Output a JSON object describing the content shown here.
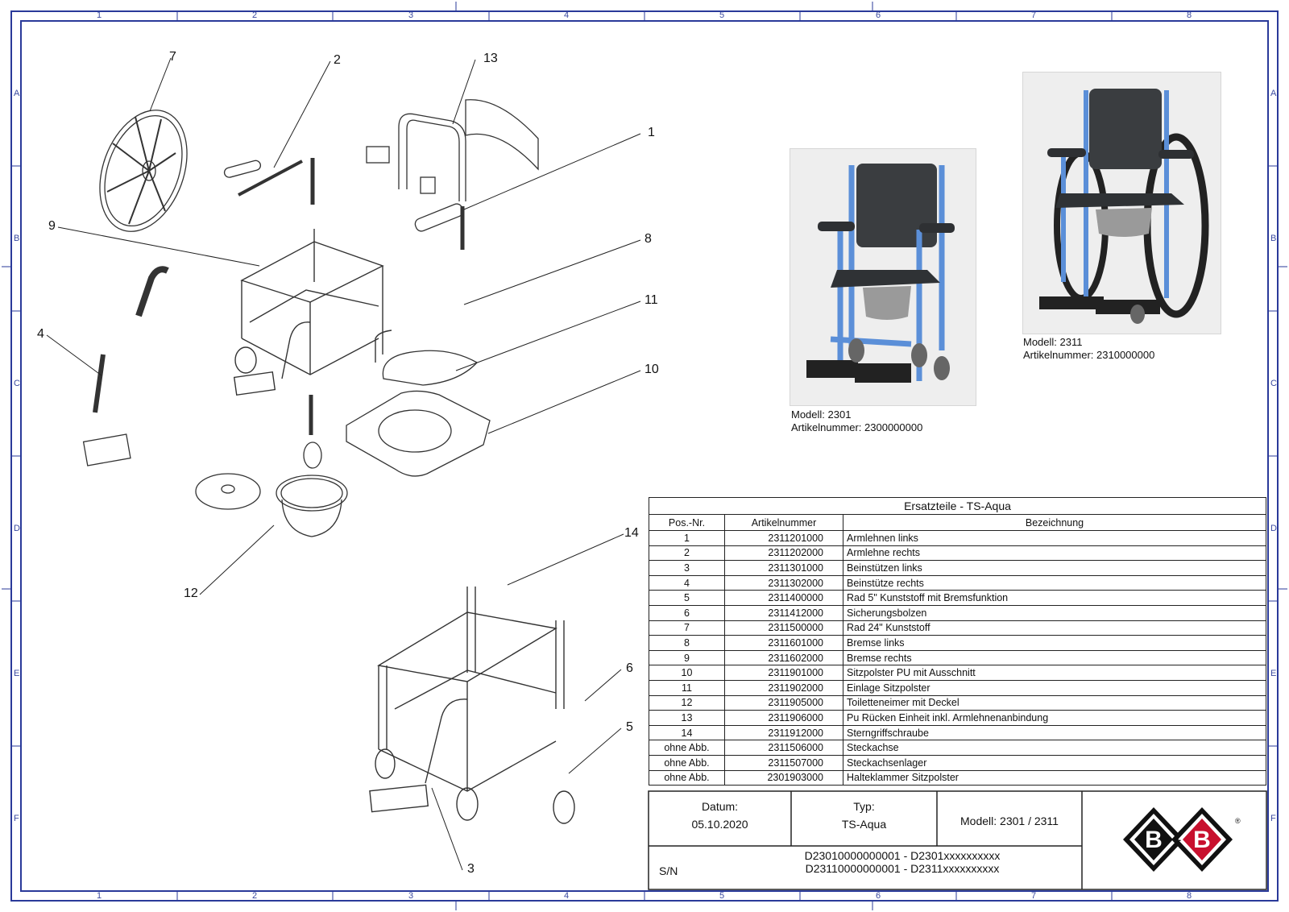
{
  "callouts": [
    "7",
    "2",
    "13",
    "1",
    "9",
    "8",
    "11",
    "4",
    "10",
    "12",
    "14",
    "6",
    "5",
    "3"
  ],
  "zones": {
    "columns": [
      "1",
      "2",
      "3",
      "4",
      "5",
      "6",
      "7",
      "8"
    ],
    "rows": [
      "A",
      "B",
      "C",
      "D",
      "E",
      "F"
    ]
  },
  "photos": [
    {
      "model": "Modell: 2301",
      "article": "Artikelnummer: 2300000000"
    },
    {
      "model": "Modell: 2311",
      "article": "Artikelnummer: 2310000000"
    }
  ],
  "parts_table": {
    "title": "Ersatzteile - TS-Aqua",
    "headers": [
      "Pos.-Nr.",
      "Artikelnummer",
      "Bezeichnung"
    ],
    "rows": [
      {
        "pos": "1",
        "art": "2311201000",
        "desc": "Armlehnen links"
      },
      {
        "pos": "2",
        "art": "2311202000",
        "desc": "Armlehne rechts"
      },
      {
        "pos": "3",
        "art": "2311301000",
        "desc": "Beinstützen links"
      },
      {
        "pos": "4",
        "art": "2311302000",
        "desc": "Beinstütze rechts"
      },
      {
        "pos": "5",
        "art": "2311400000",
        "desc": "Rad 5\" Kunststoff mit Bremsfunktion"
      },
      {
        "pos": "6",
        "art": "2311412000",
        "desc": "Sicherungsbolzen"
      },
      {
        "pos": "7",
        "art": "2311500000",
        "desc": "Rad 24\" Kunststoff"
      },
      {
        "pos": "8",
        "art": "2311601000",
        "desc": "Bremse links"
      },
      {
        "pos": "9",
        "art": "2311602000",
        "desc": "Bremse rechts"
      },
      {
        "pos": "10",
        "art": "2311901000",
        "desc": "Sitzpolster PU mit Ausschnitt"
      },
      {
        "pos": "11",
        "art": "2311902000",
        "desc": "Einlage Sitzpolster"
      },
      {
        "pos": "12",
        "art": "2311905000",
        "desc": "Toiletteneimer mit Deckel"
      },
      {
        "pos": "13",
        "art": "2311906000",
        "desc": "Pu Rücken Einheit inkl. Armlehnenanbindung"
      },
      {
        "pos": "14",
        "art": "2311912000",
        "desc": "Sterngriffschraube"
      },
      {
        "pos": "ohne Abb.",
        "art": "2311506000",
        "desc": "Steckachse"
      },
      {
        "pos": "ohne Abb.",
        "art": "2311507000",
        "desc": "Steckachsenlager"
      },
      {
        "pos": "ohne Abb.",
        "art": "2301903000",
        "desc": "Halteklammer Sitzpolster"
      }
    ]
  },
  "title_block": {
    "date_label": "Datum:",
    "date_value": "05.10.2020",
    "type_label": "Typ:",
    "type_value": "TS-Aqua",
    "model": "Modell: 2301 / 2311",
    "sn_label": "S/N",
    "sn_line1": "D23010000000001 - D2301xxxxxxxxxx",
    "sn_line2": "D23110000000001 - D2311xxxxxxxxxx",
    "logo_icon": "bb-logo-icon",
    "logo_text_left": "B",
    "logo_text_right": "B",
    "logo_plus": "+",
    "logo_reg": "®"
  },
  "colors": {
    "frame_blue": "#2a3a9a",
    "logo_red": "#c8102e",
    "chair_blue": "#5b8fd8"
  }
}
